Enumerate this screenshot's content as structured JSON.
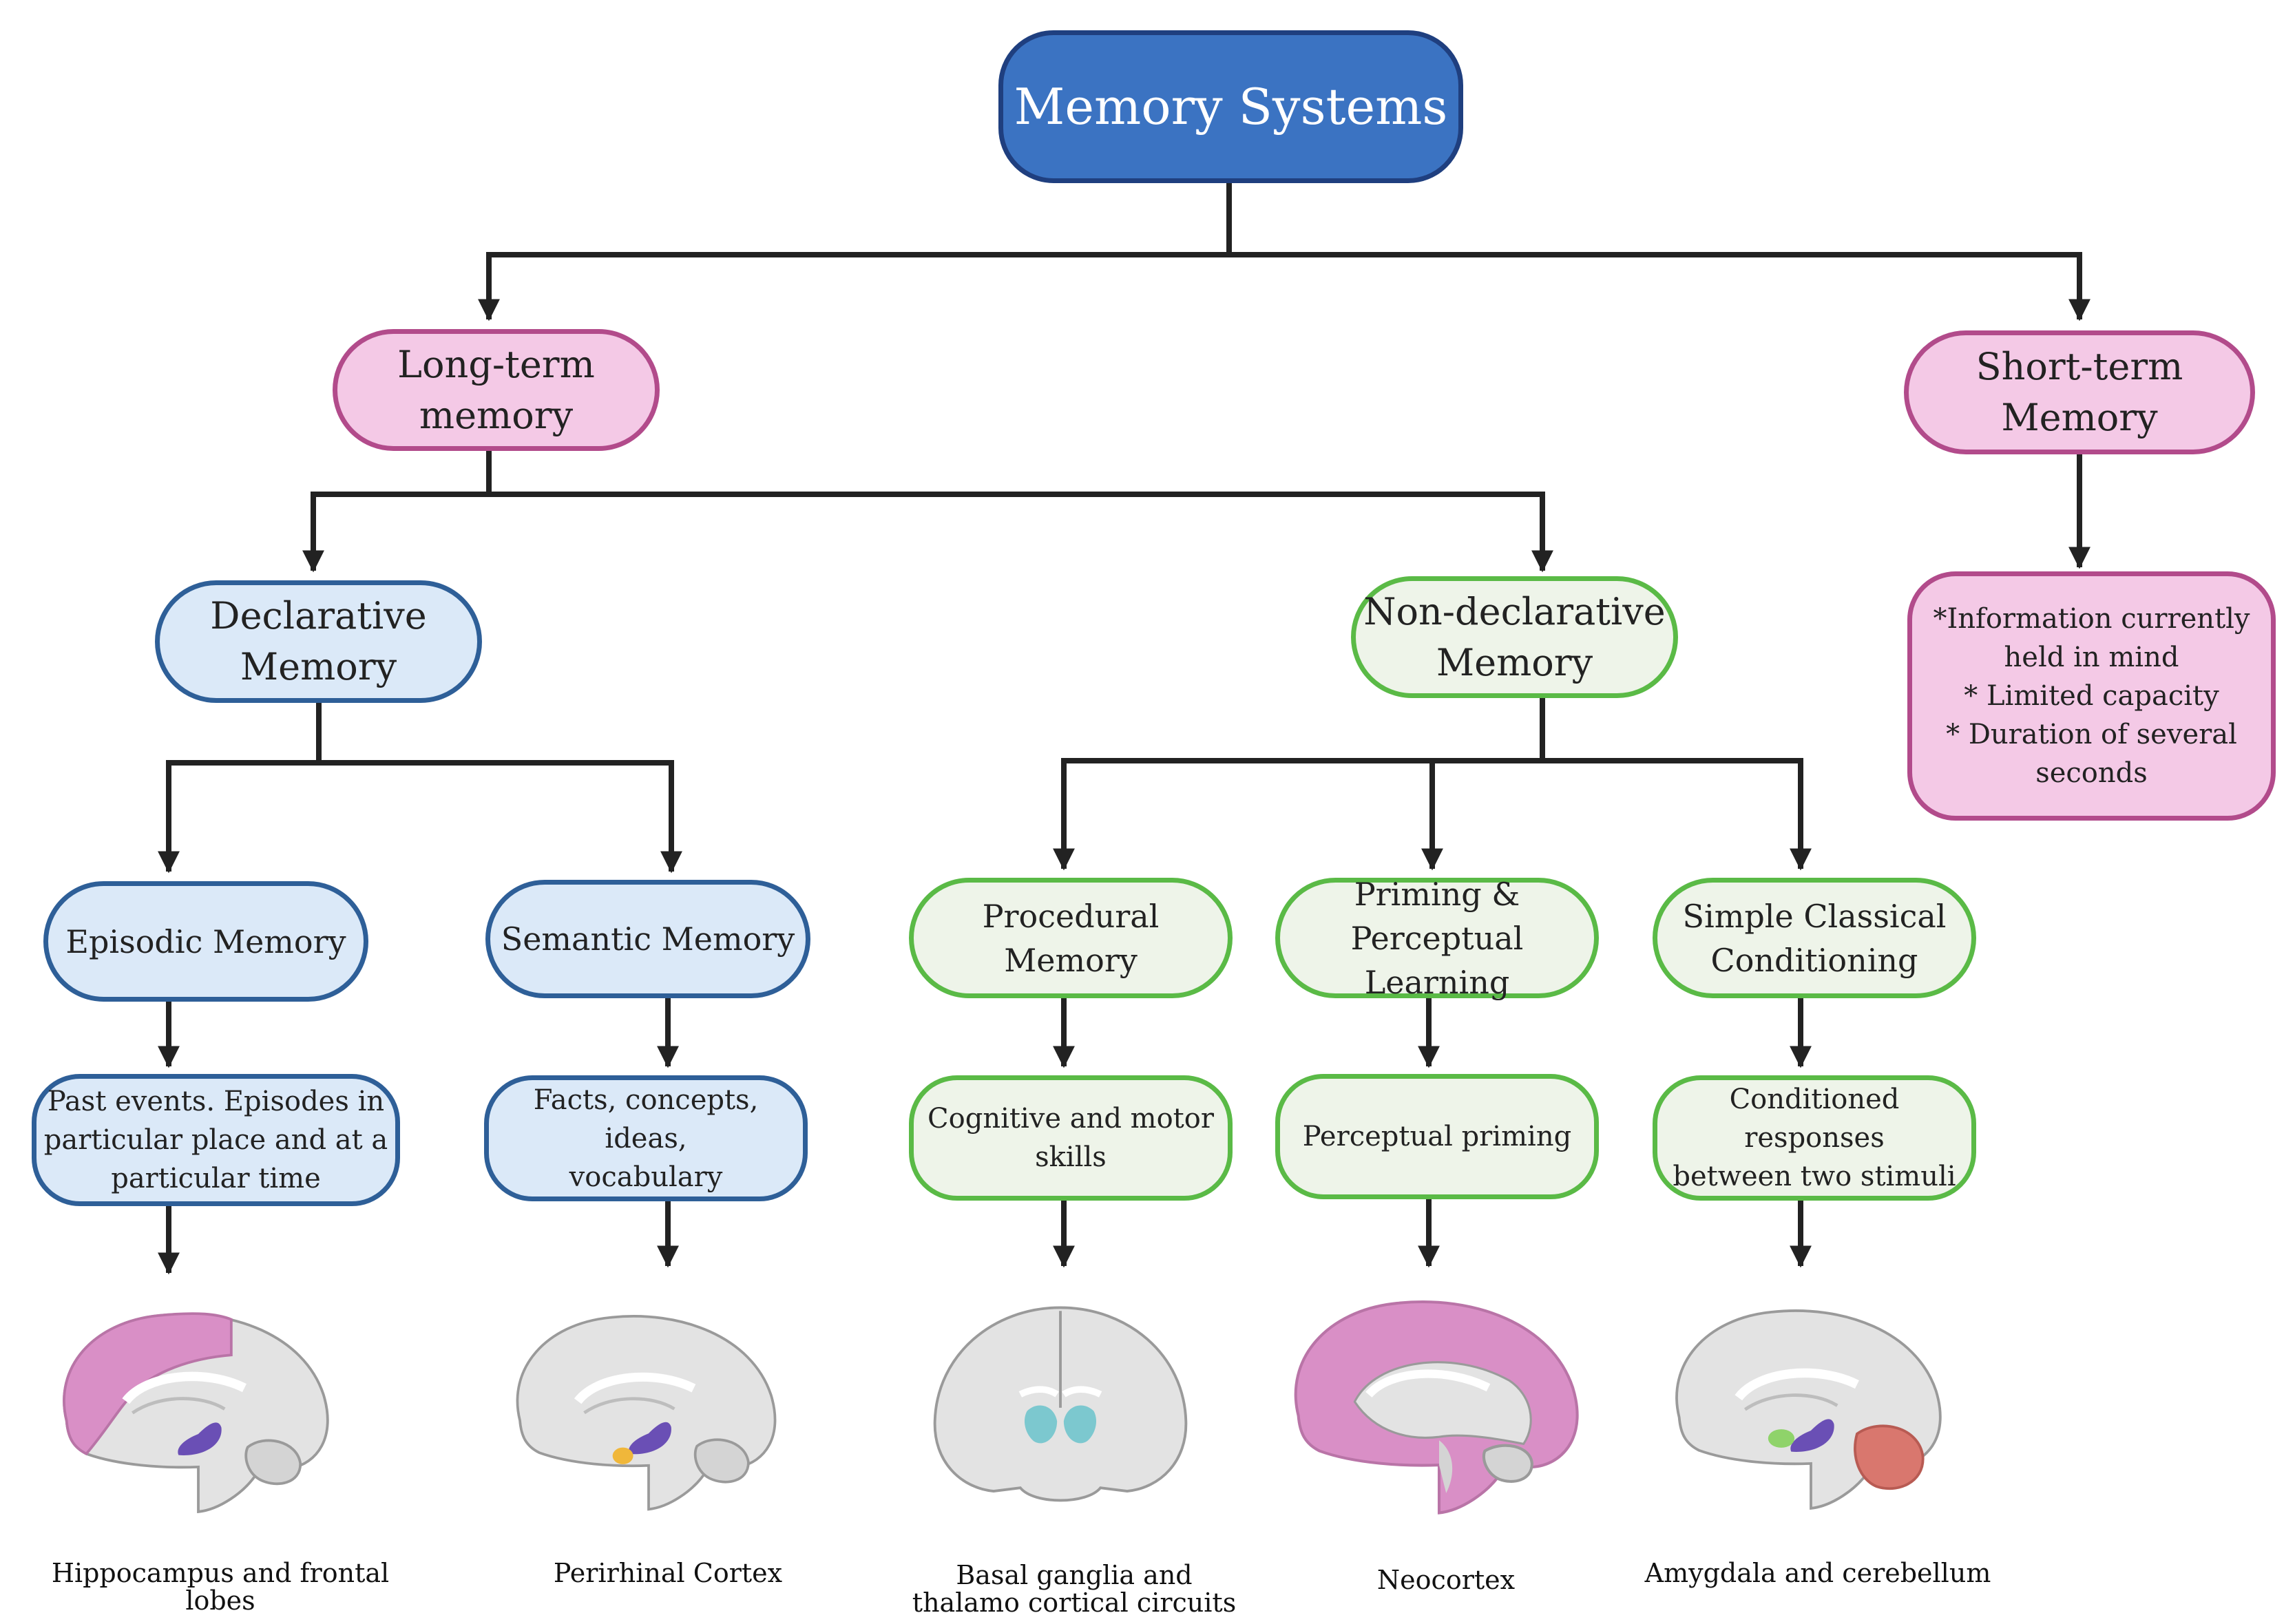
{
  "root": {
    "label": "Memory Systems"
  },
  "long_term": {
    "lines": [
      "Long-term",
      "memory"
    ]
  },
  "short_term": {
    "lines": [
      "Short-term",
      "Memory"
    ]
  },
  "short_term_notes": {
    "lines": [
      "*Information currently",
      "held in mind",
      "* Limited capacity",
      "* Duration of several",
      "seconds"
    ]
  },
  "declarative": {
    "lines": [
      "Declarative",
      "Memory"
    ]
  },
  "non_declarative": {
    "lines": [
      "Non-declarative",
      "Memory"
    ]
  },
  "episodic": {
    "label": "Episodic Memory",
    "desc": [
      "Past events. Episodes in",
      "particular place and at a",
      "particular time"
    ],
    "region": "Hippocampus and frontal lobes"
  },
  "semantic": {
    "label": "Semantic Memory",
    "desc": [
      "Facts, concepts, ideas,",
      "vocabulary"
    ],
    "region": "Perirhinal Cortex"
  },
  "procedural": {
    "label": "Procedural Memory",
    "desc": [
      "Cognitive and motor",
      "skills"
    ],
    "region": [
      "Basal ganglia and",
      "thalamo cortical circuits"
    ]
  },
  "priming": {
    "lines": [
      "Priming &",
      "Perceptual Learning"
    ],
    "desc": "Perceptual priming",
    "region": "Neocortex"
  },
  "conditioning": {
    "lines": [
      "Simple Classical",
      "Conditioning"
    ],
    "desc": [
      "Conditioned responses",
      "between two stimuli"
    ],
    "region": "Amygdala and cerebellum"
  },
  "colors": {
    "root_fill": "#3b73c2",
    "blue_fill": "#dbe9f8",
    "blue_border": "#2e5f98",
    "green_fill": "#eef4e9",
    "green_border": "#5aba46",
    "pink_fill": "#f4c9e6",
    "pink_border": "#b24b8b",
    "frontal_highlight": "#d98fc6",
    "hippocampus": "#6a4fb5",
    "perirhinal": "#f0b73a",
    "basal_ganglia": "#7cc8cf",
    "amygdala": "#8fd36a",
    "cerebellum": "#d9776e"
  }
}
